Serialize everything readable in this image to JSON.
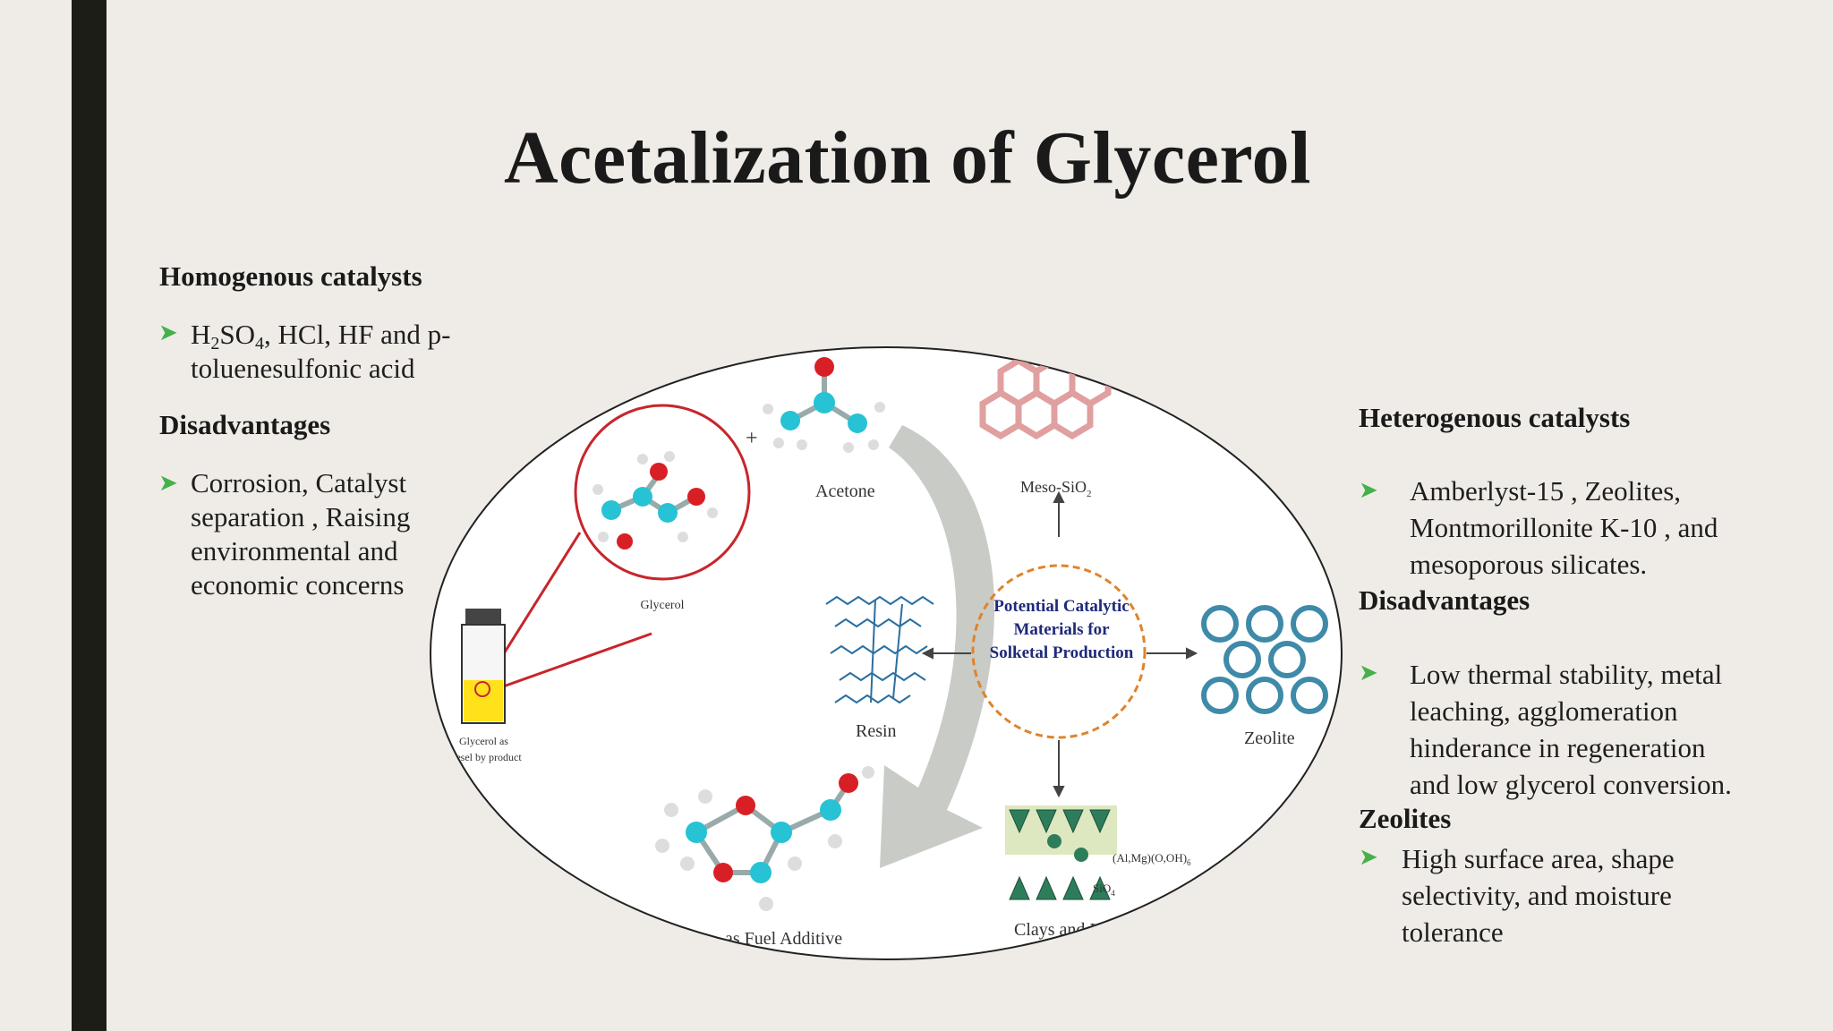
{
  "slide": {
    "title": "Acetalization of Glycerol"
  },
  "left": {
    "homogenous_heading": "Homogenous catalysts",
    "homogenous_item": {
      "h": "H",
      "sub2": "2",
      "so": "SO",
      "sub4": "4",
      "rest_line1": ", HCl,  HF and p-",
      "line2": "toluenesulfonic acid"
    },
    "disadvantages_heading": "Disadvantages",
    "disadvantages_lines": [
      "Corrosion, Catalyst",
      "separation , Raising",
      "environmental and",
      "economic concerns"
    ]
  },
  "right": {
    "heterogenous_heading": "Heterogenous catalysts",
    "heterogenous_lines": [
      "Amberlyst-15 , Zeolites,",
      "Montmorillonite K-10 , and",
      "mesoporous silicates."
    ],
    "disadvantages_heading": "Disadvantages",
    "disadvantages_lines": [
      "Low thermal stability, metal",
      "leaching, agglomeration",
      "hinderance in regeneration",
      "and low glycerol conversion."
    ],
    "zeolites_heading": "Zeolites",
    "zeolites_lines": [
      "High surface area, shape",
      "selectivity, and moisture",
      "tolerance"
    ]
  },
  "figure": {
    "center_lines": [
      "Potential Catalytic",
      "Materials for",
      "Solketal Production"
    ],
    "acetone": "Acetone",
    "plus": "+",
    "meso": "Meso-SiO",
    "meso_sub": "2",
    "glycerol": "Glycerol",
    "glycerol_bottle_lines": [
      "Glycerol as",
      "iesel by product"
    ],
    "resin": "Resin",
    "zeolite": "Zeolite",
    "fuel_additive": "as Fuel Additive",
    "clays": "Clays and L",
    "formula1": "(Al,Mg)(O,OH)",
    "formula1_sub": "6",
    "formula2": "SiO",
    "formula2_sub": "4"
  },
  "colors": {
    "side_bar": "#1c1d17",
    "background": "#efece7",
    "bullet_arrow": "#46b04a",
    "center_text": "#1f2a7a",
    "center_ring": "#e0832a",
    "glycerol_circle": "#c8252b"
  },
  "icons": {
    "bullet": "green-arrowhead-icon"
  }
}
